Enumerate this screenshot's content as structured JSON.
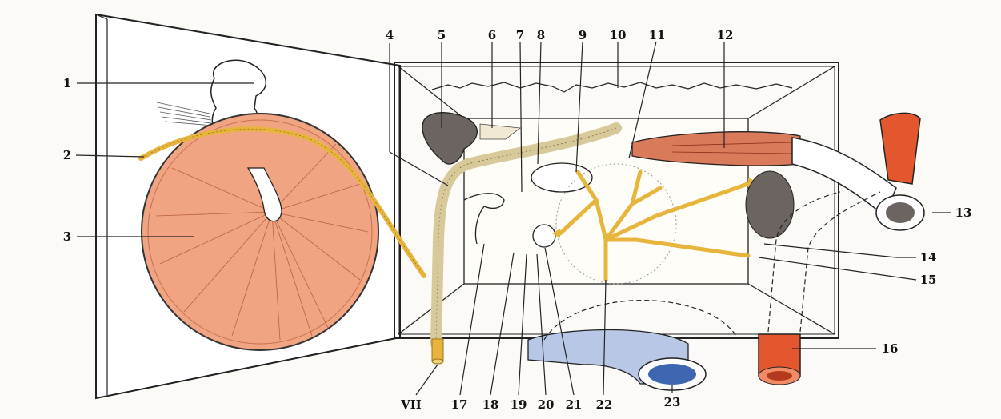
{
  "figure": {
    "labels": [
      "1",
      "2",
      "3",
      "4",
      "5",
      "6",
      "7",
      "8",
      "9",
      "10",
      "11",
      "12",
      "13",
      "14",
      "15",
      "16",
      "VII",
      "17",
      "18",
      "19",
      "20",
      "21",
      "22",
      "23"
    ]
  },
  "colors": {
    "background": "#fbfaf7",
    "outline": "#222222",
    "tympanic_membrane": "#f0a481",
    "nerve": "#e7b43c",
    "artery": "#e4572e",
    "vein": "#3f66b0",
    "vein_light": "#b9c7e6",
    "muscle": "#b54a2e",
    "stapes_base": "#6b6461"
  }
}
